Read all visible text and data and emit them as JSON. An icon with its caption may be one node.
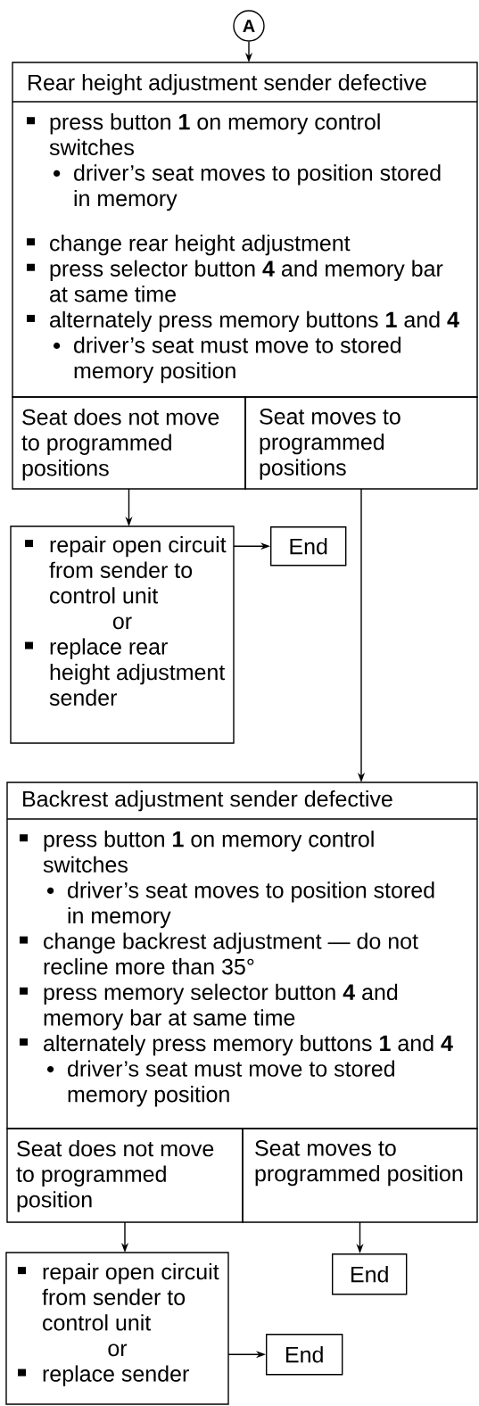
{
  "diagram": {
    "nodes": [
      {
        "text": [
          "A"
        ]
      },
      {
        "text": [
          "Rear height adjustment sender defective",
          "press button **1** on memory control switches",
          "driver’s seat moves to position stored in memory",
          "change rear height adjustment",
          "press selector button **4** and memory bar at same time",
          "alternately press memory buttons **1** and **4**",
          "driver’s seat must move to stored memory position"
        ]
      },
      {
        "text": [
          "Seat does not move to programmed positions"
        ]
      },
      {
        "text": [
          "Seat moves to programmed positions"
        ]
      },
      {
        "text": [
          "repair open circuit from sender to control unit",
          "or",
          "replace rear height adjustment sender"
        ]
      },
      {
        "text": [
          "End"
        ]
      },
      {
        "text": [
          "Backrest adjustment sender defective",
          "press button **1** on memory control switches",
          "driver’s seat moves to position stored in memory",
          "change backrest adjustment — do not recline more than 35°",
          "press memory selector button **4** and memory bar at same time",
          "alternately press memory buttons **1** and **4**",
          "driver’s seat must move to stored memory position"
        ]
      },
      {
        "text": [
          "Seat does not move to programmed position"
        ]
      },
      {
        "text": [
          "Seat moves to programmed position"
        ]
      },
      {
        "text": [
          "repair open circuit from sender to control unit",
          "or",
          "replace sender"
        ]
      },
      {
        "text": [
          "End"
        ]
      },
      {
        "text": [
          "End"
        ]
      }
    ],
    "edges": [
      {
        "from": 0,
        "to": 1,
        "arrow": "to"
      },
      {
        "from": 2,
        "to": 4,
        "arrow": "to"
      },
      {
        "from": 4,
        "to": 5,
        "arrow": "to"
      },
      {
        "from": 3,
        "to": 6,
        "arrow": "to"
      },
      {
        "from": 7,
        "to": 9,
        "arrow": "to"
      },
      {
        "from": 8,
        "to": 10,
        "arrow": "to"
      },
      {
        "from": 9,
        "to": 11,
        "arrow": "to"
      }
    ]
  }
}
